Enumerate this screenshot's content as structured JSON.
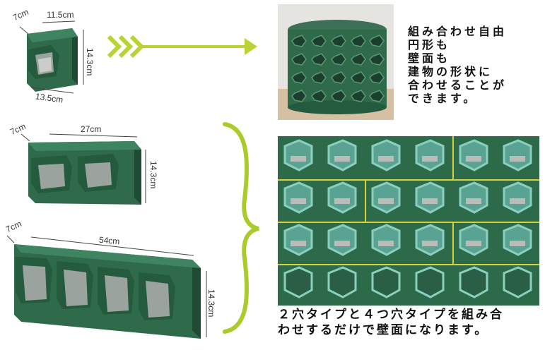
{
  "products": {
    "single": {
      "width": "11.5cm",
      "depth": "7cm",
      "height": "14.3cm",
      "bottom": "13.5cm"
    },
    "double": {
      "depth": "7cm",
      "width": "27cm",
      "height": "14.3cm"
    },
    "quad": {
      "depth": "7cm",
      "width": "54cm",
      "height": "14.3cm"
    }
  },
  "description": {
    "lines": [
      "組み合わせ自由",
      "円形も",
      "壁面も",
      "建物の形状に",
      "合わせることが",
      "できます。"
    ]
  },
  "caption": {
    "lines": [
      "２穴タイプと４つ穴タイプを組み合",
      "わせするだけで壁面になります。"
    ]
  },
  "colors": {
    "planter_green": "#2f6b4a",
    "planter_dark": "#1f4a33",
    "chevron_green": "#b8d432",
    "brace_green": "#a9cc2b",
    "wall_yellow_line": "#d8d23a"
  }
}
